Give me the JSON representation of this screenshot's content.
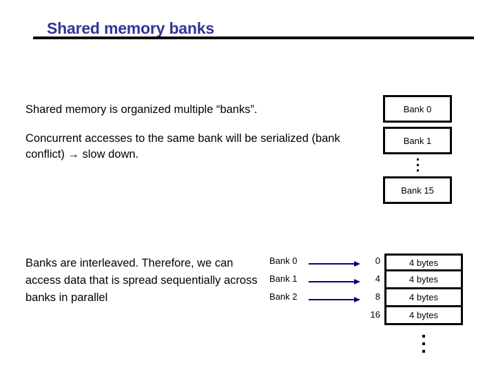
{
  "slide": {
    "title": "Shared memory banks",
    "title_color": "#333399",
    "rule_color": "#000000",
    "background": "#ffffff"
  },
  "upper_text": {
    "paragraphs": [
      "Shared memory is organized multiple “banks”.",
      "Concurrent accesses to the same bank will be serialized (bank conflict) → slow down."
    ]
  },
  "bank_column": {
    "boxes": [
      {
        "label": "Bank 0"
      },
      {
        "label": "Bank 1"
      },
      {
        "label": "Bank 15"
      }
    ],
    "ellipsis": "⋮"
  },
  "lower_text": {
    "paragraph": "Banks are interleaved. Therefore, we can access data that is spread sequentially across banks in parallel"
  },
  "interleave_diagram": {
    "arrow_color": "#000080",
    "rows": [
      {
        "bank": "Bank 0",
        "offset": "0",
        "cell": "4 bytes",
        "has_arrow": true
      },
      {
        "bank": "Bank 1",
        "offset": "4",
        "cell": "4 bytes",
        "has_arrow": true
      },
      {
        "bank": "Bank 2",
        "offset": "8",
        "cell": "4 bytes",
        "has_arrow": true
      },
      {
        "bank": "",
        "offset": "16",
        "cell": "4 bytes",
        "has_arrow": false
      }
    ],
    "ellipsis": "⋮"
  }
}
